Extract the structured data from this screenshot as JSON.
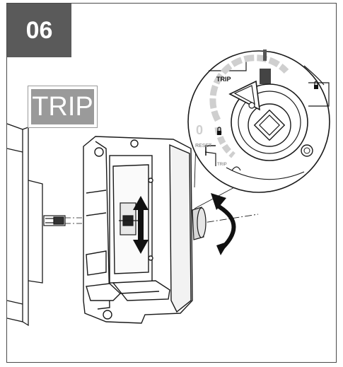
{
  "step": {
    "number": "06"
  },
  "badge": {
    "label": "TRIP"
  },
  "dial": {
    "trip_label": "TRIP",
    "reset_label": "RESET",
    "zero_label": "0",
    "one_label": "I",
    "tripped_label": "TRIP"
  },
  "colors": {
    "badge_dark": "#5a5a5a",
    "badge_gray": "#9a9a9a",
    "line": "#1a1a1a",
    "light_gray": "#bdbdbd"
  }
}
